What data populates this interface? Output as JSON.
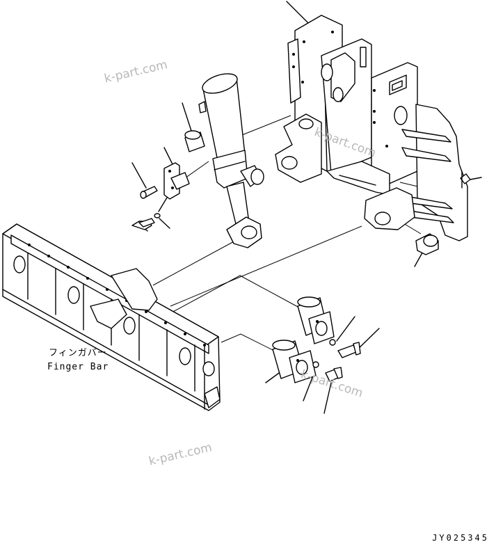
{
  "labels": {
    "finger_bar_jp": "フィンガバー",
    "finger_bar_en": "Finger Bar",
    "drawing_code": "JY025345"
  },
  "watermarks": [
    "k-part.com",
    "k-part.com",
    "k-part.com",
    "k-part.com"
  ],
  "colors": {
    "line": "#000000",
    "background": "#ffffff",
    "watermark": "#b8b8b8"
  }
}
